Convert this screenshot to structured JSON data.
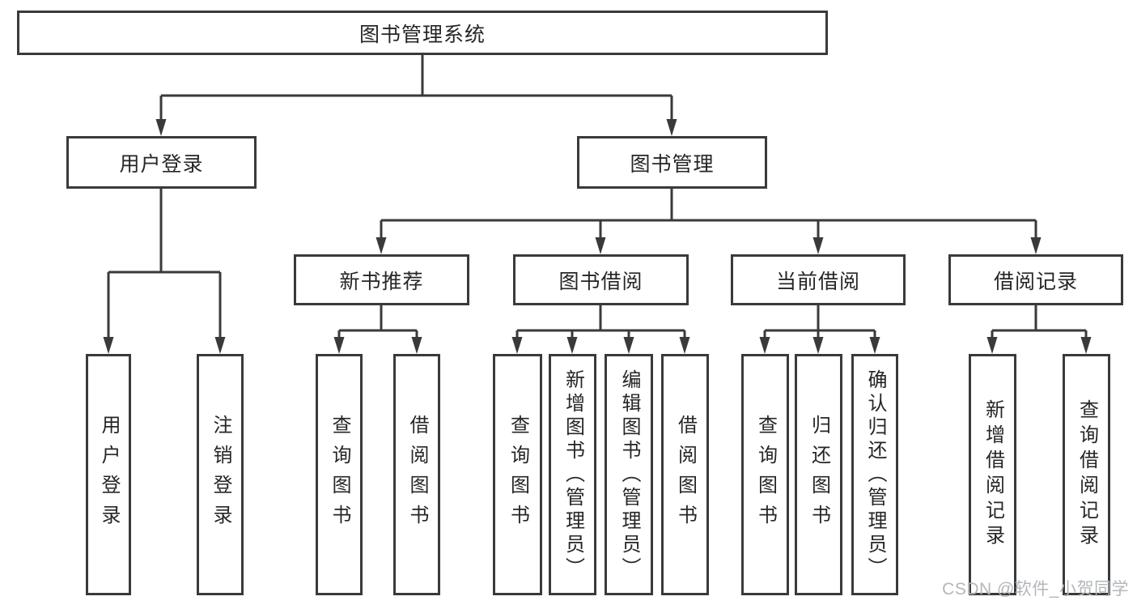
{
  "diagram": {
    "root": {
      "label": "图书管理系统",
      "children": [
        {
          "label": "用户登录",
          "children": [
            {
              "label": "用户登录"
            },
            {
              "label": "注销登录"
            }
          ]
        },
        {
          "label": "图书管理",
          "children": [
            {
              "label": "新书推荐",
              "children": [
                {
                  "label": "查询图书"
                },
                {
                  "label": "借阅图书"
                }
              ]
            },
            {
              "label": "图书借阅",
              "children": [
                {
                  "label": "查询图书"
                },
                {
                  "label": "新增图书（管理员）"
                },
                {
                  "label": "编辑图书（管理员）"
                },
                {
                  "label": "借阅图书"
                }
              ]
            },
            {
              "label": "当前借阅",
              "children": [
                {
                  "label": "查询图书"
                },
                {
                  "label": "归还图书"
                },
                {
                  "label": "确认归还（管理员）"
                }
              ]
            },
            {
              "label": "借阅记录",
              "children": [
                {
                  "label": "新增借阅记录"
                },
                {
                  "label": "查询借阅记录"
                }
              ]
            }
          ]
        }
      ]
    }
  },
  "watermark": {
    "text": "CSDN @软件_小贺同学",
    "color": "#b3b7bb"
  },
  "colors": {
    "line": "#3a3a3a",
    "background": "#ffffff",
    "text": "#262626"
  }
}
